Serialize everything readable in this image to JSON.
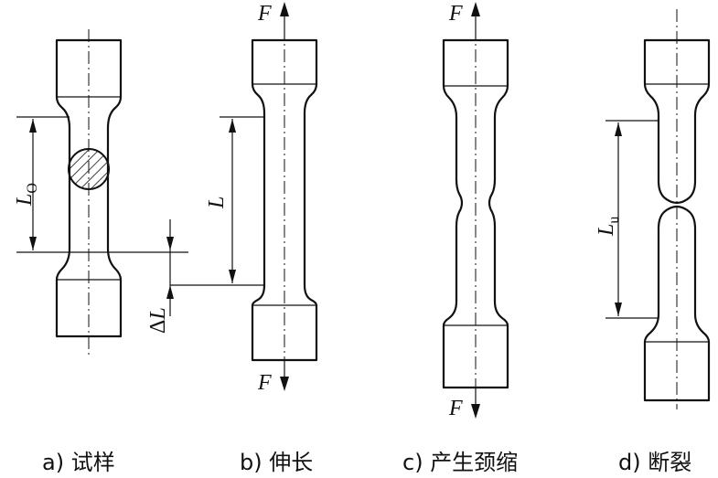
{
  "labels": {
    "force": "F",
    "delta": "Δ",
    "L": "L",
    "lo_sub": "O",
    "lu_sub": "u"
  },
  "captions": [
    "a) 试样",
    "b) 伸长",
    "c) 产生颈缩",
    "d) 断裂"
  ]
}
